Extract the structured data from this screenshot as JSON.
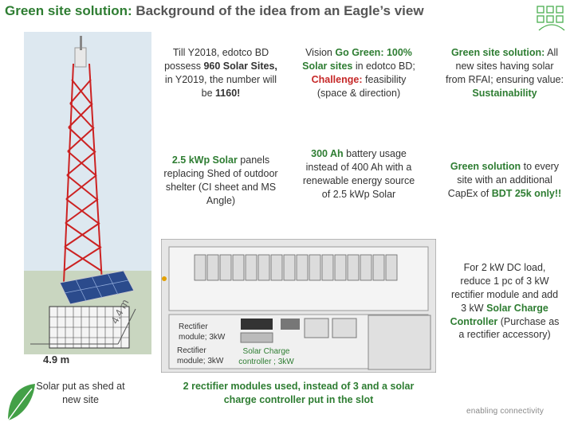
{
  "title": {
    "part1": "Green site solution:",
    "part2": "Background of the idea from an Eagle’s view"
  },
  "row1": {
    "c1": {
      "a": "Till Y2018, edotco BD possess ",
      "b": "960 Solar Sites,",
      "c": " in Y2019, the number will be ",
      "d": "1160!"
    },
    "c2": {
      "a": "Vision ",
      "b": "Go Green: 100% Solar sites",
      "c": " in edotco BD; ",
      "d": "Challenge:",
      "e": " feasibility (space & direction)"
    },
    "c3": {
      "a": "Green site solution:",
      "b": " All new sites having solar from RFAI; ensuring value: ",
      "c": "Sustainability"
    }
  },
  "row2": {
    "c1": {
      "a": "2.5 kWp Solar",
      "b": " panels replacing Shed of outdoor shelter (CI sheet and MS Angle)"
    },
    "c2": {
      "a": "300 Ah",
      "b": " battery usage instead of 400 Ah with a renewable energy source of 2.5 kWp Solar"
    },
    "c3": {
      "a": "Green solution",
      "b": " to every site with an additional CapEx of ",
      "c": "BDT 25k only!!"
    }
  },
  "right_note": {
    "a": "For 2 kW DC load, reduce 1 pc of 3 kW rectifier module and add 3 kW ",
    "b": "Solar Charge Controller",
    "c": " (Purchase as a rectifier accessory)"
  },
  "tower": {
    "width_label": "4.9 m",
    "depth_label": "4.4 m",
    "caption": "Solar put as shed at new site"
  },
  "panel": {
    "rect1": "Rectifier module; 3kW",
    "rect2": "Rectifier module; 3kW",
    "scc": "Solar Charge controller ; 3kW",
    "caption": "2 rectifier modules used, instead of 3 and a solar charge controller put in the slot"
  },
  "footer": {
    "logo": "enabling connectivity"
  },
  "colors": {
    "accent_green": "#2e7d32",
    "accent_red": "#c62828",
    "text": "#333333",
    "title_grey": "#555555"
  }
}
